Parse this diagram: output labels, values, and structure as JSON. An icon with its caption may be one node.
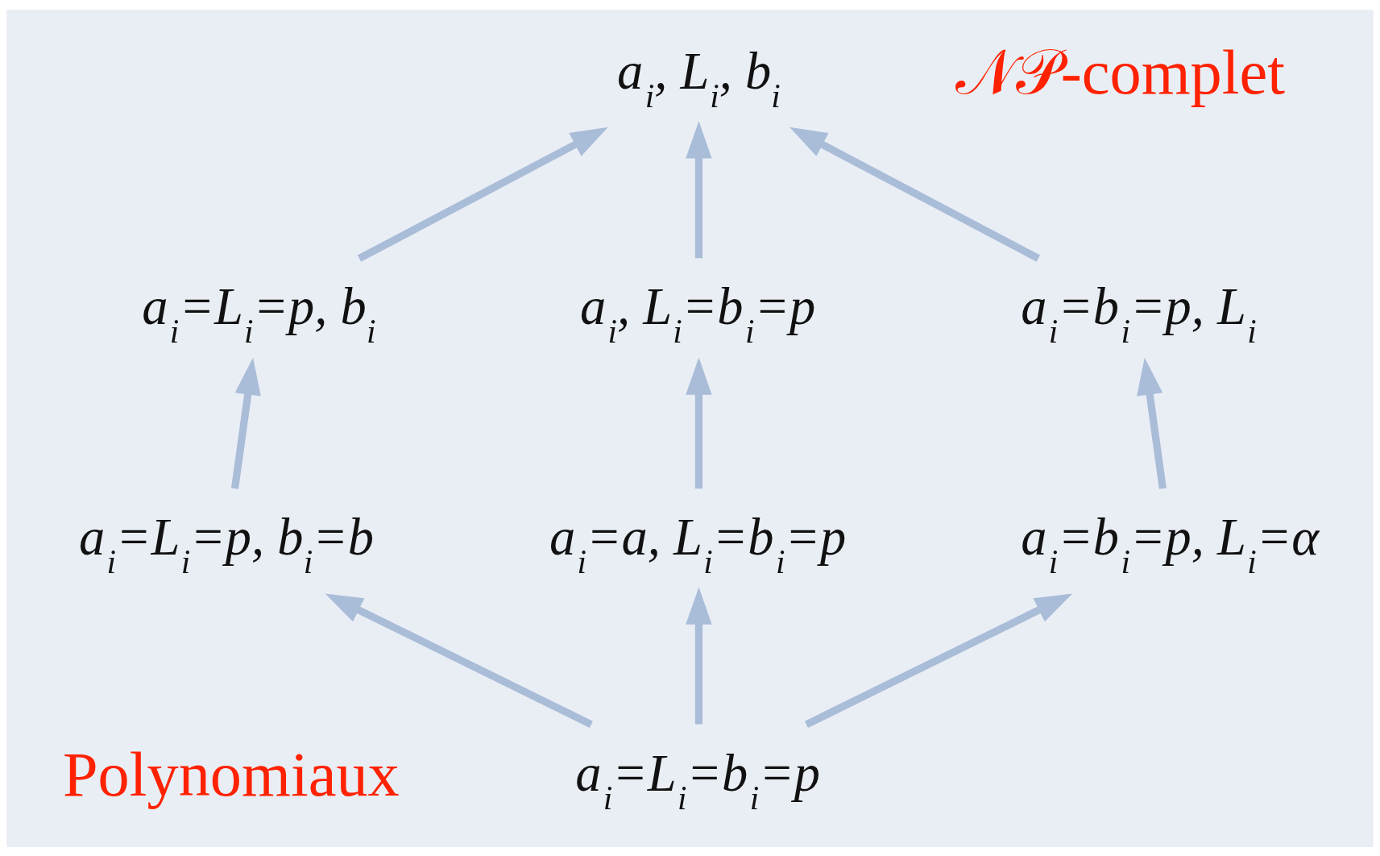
{
  "diagram": {
    "nodes": [
      {
        "text": [
          "a$_{i}$, L$_{i}$, b$_{i}$"
        ]
      },
      {
        "text": [
          "a$_{i}$=L$_{i}$=p, b$_{i}$"
        ]
      },
      {
        "text": [
          "a$_{i}$, L$_{i}$=b$_{i}$=p"
        ]
      },
      {
        "text": [
          "a$_{i}$=b$_{i}$=p, L$_{i}$"
        ]
      },
      {
        "text": [
          "a$_{i}$=L$_{i}$=p, b$_{i}$=b"
        ]
      },
      {
        "text": [
          "a$_{i}$=a, L$_{i}$=b$_{i}$=p"
        ]
      },
      {
        "text": [
          "a$_{i}$=b$_{i}$=p, L$_{i}$=α"
        ]
      },
      {
        "text": [
          "a$_{i}$=L$_{i}$=b$_{i}$=p"
        ]
      }
    ],
    "edges": [
      {
        "from": 1,
        "to": 0,
        "arrow": "to"
      },
      {
        "from": 2,
        "to": 0,
        "arrow": "to"
      },
      {
        "from": 3,
        "to": 0,
        "arrow": "to"
      },
      {
        "from": 4,
        "to": 1,
        "arrow": "to"
      },
      {
        "from": 5,
        "to": 2,
        "arrow": "to"
      },
      {
        "from": 6,
        "to": 3,
        "arrow": "to"
      },
      {
        "from": 7,
        "to": 4,
        "arrow": "to"
      },
      {
        "from": 7,
        "to": 5,
        "arrow": "to"
      },
      {
        "from": 7,
        "to": 6,
        "arrow": "to"
      }
    ],
    "labels": [
      "𝒩𝒫-complet",
      "Polynomiaux"
    ]
  }
}
